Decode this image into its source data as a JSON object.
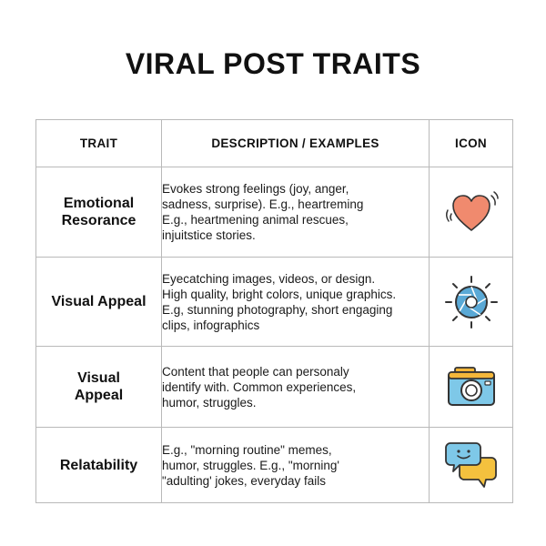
{
  "title": "VIRAL POST TRAITS",
  "headers": {
    "trait": "TRAIT",
    "description": "DESCRIPTION / EXAMPLES",
    "icon": "ICON"
  },
  "rows": [
    {
      "trait": "Emotional Resorance",
      "description": "Evokes strong feelings (joy, anger,\nsadness, surprise). E.g., heartreming\nE.g., heartmening animal rescues,\ninjuitstice stories.",
      "icon": "heart-icon"
    },
    {
      "trait": "Visual Appeal",
      "description": "Eyecatching images, videos, or design.\nHigh quality, bright colors, unique graphics.\nE.g, stunning photography, short engaging\nclips, infographics",
      "icon": "camera-aperture-icon"
    },
    {
      "trait": "Visual\nAppeal",
      "description": "Content that people can personaly\nidentify with. Common experiences,\nhumor, struggles.",
      "icon": "camera-icon"
    },
    {
      "trait": "Relatability",
      "description": "E.g., \"morning routine\" memes,\nhumor, struggles.   E.g., \"morning'\n\"adulting' jokes, everyday fails",
      "icon": "chat-bubbles-icon"
    }
  ],
  "colors": {
    "heart": "#f08a6e",
    "aperture_blue": "#5aa9d6",
    "camera_body": "#7ec8e8",
    "camera_top": "#f4b73a",
    "bubble_blue": "#7ec8e8",
    "bubble_yellow": "#f4c13e"
  }
}
